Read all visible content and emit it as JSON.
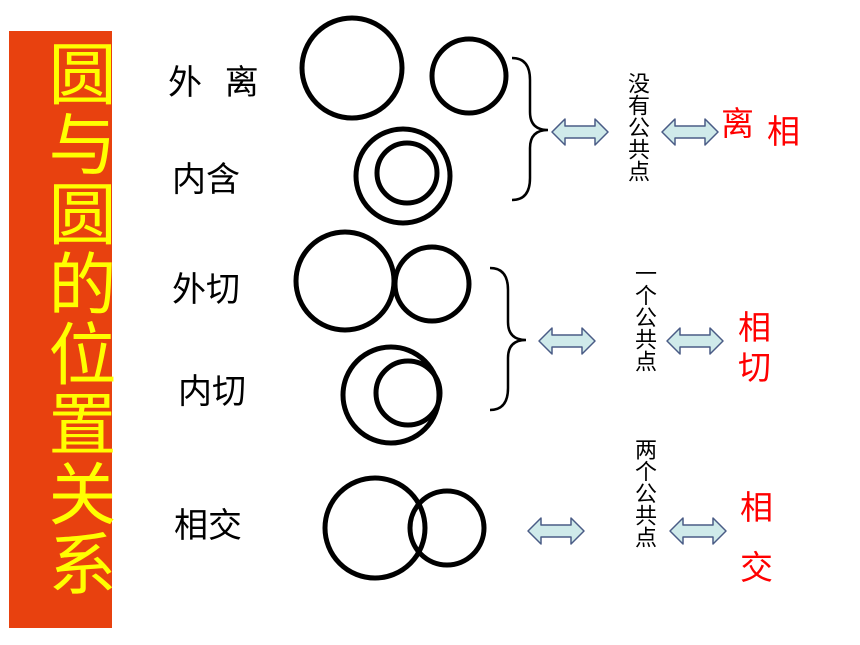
{
  "title": "圆与圆的位置关系",
  "rows": {
    "waili": "外 离",
    "neihan": "内含",
    "waiqie": "外切",
    "neiqie": "内切",
    "xiangjiao": "相交"
  },
  "groups": {
    "separate": {
      "points": "没有公共点",
      "relation_part1": "离",
      "relation_part2": "相"
    },
    "tangent": {
      "points": "一个公共点",
      "relation": "相切"
    },
    "intersect": {
      "points": "两个公共点",
      "relation_top": "相",
      "relation_bottom": "交"
    }
  },
  "colors": {
    "title_bg": "#e8410f",
    "title_text": "#ffff00",
    "relation_text": "#ff0000",
    "arrow_fill": "#cfeaea",
    "arrow_stroke": "#4a5c86"
  }
}
